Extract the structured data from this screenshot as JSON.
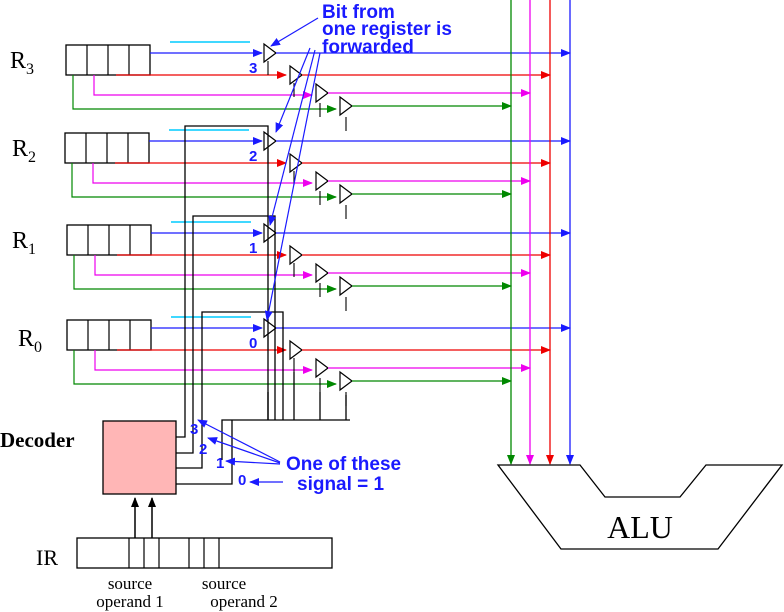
{
  "registers": [
    {
      "name": "R",
      "sub": "3",
      "buffer_label": "3"
    },
    {
      "name": "R",
      "sub": "2",
      "buffer_label": "2"
    },
    {
      "name": "R",
      "sub": "1",
      "buffer_label": "1"
    },
    {
      "name": "R",
      "sub": "0",
      "buffer_label": "0"
    }
  ],
  "decoder": {
    "label": "Decoder",
    "outputs": [
      "3",
      "2",
      "1",
      "0"
    ]
  },
  "ir": {
    "label": "IR",
    "source1": [
      "source",
      "operand 1"
    ],
    "source2": [
      "source",
      "operand 2"
    ]
  },
  "alu": {
    "label": "ALU"
  },
  "annotations": {
    "bit_forward": [
      "Bit from",
      "one register is",
      "forwarded"
    ],
    "one_signal": [
      "One of these",
      "signal = 1"
    ]
  },
  "colors": {
    "blue": "#1a1aff",
    "red": "#ee0000",
    "magenta": "#ee00ee",
    "green": "#008800",
    "cyan": "#00ccff",
    "decoder_fill": "#ffb6b6"
  }
}
